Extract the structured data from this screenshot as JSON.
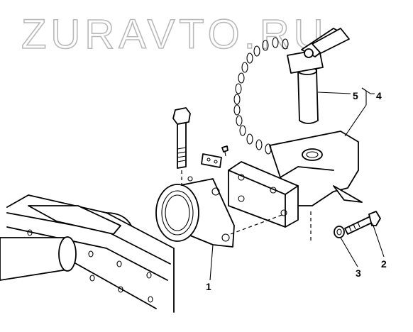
{
  "watermark": "ZURAVTO.RU",
  "callouts": {
    "c1": "1",
    "c2": "2",
    "c3": "3",
    "c4": "4",
    "c5": "5"
  }
}
